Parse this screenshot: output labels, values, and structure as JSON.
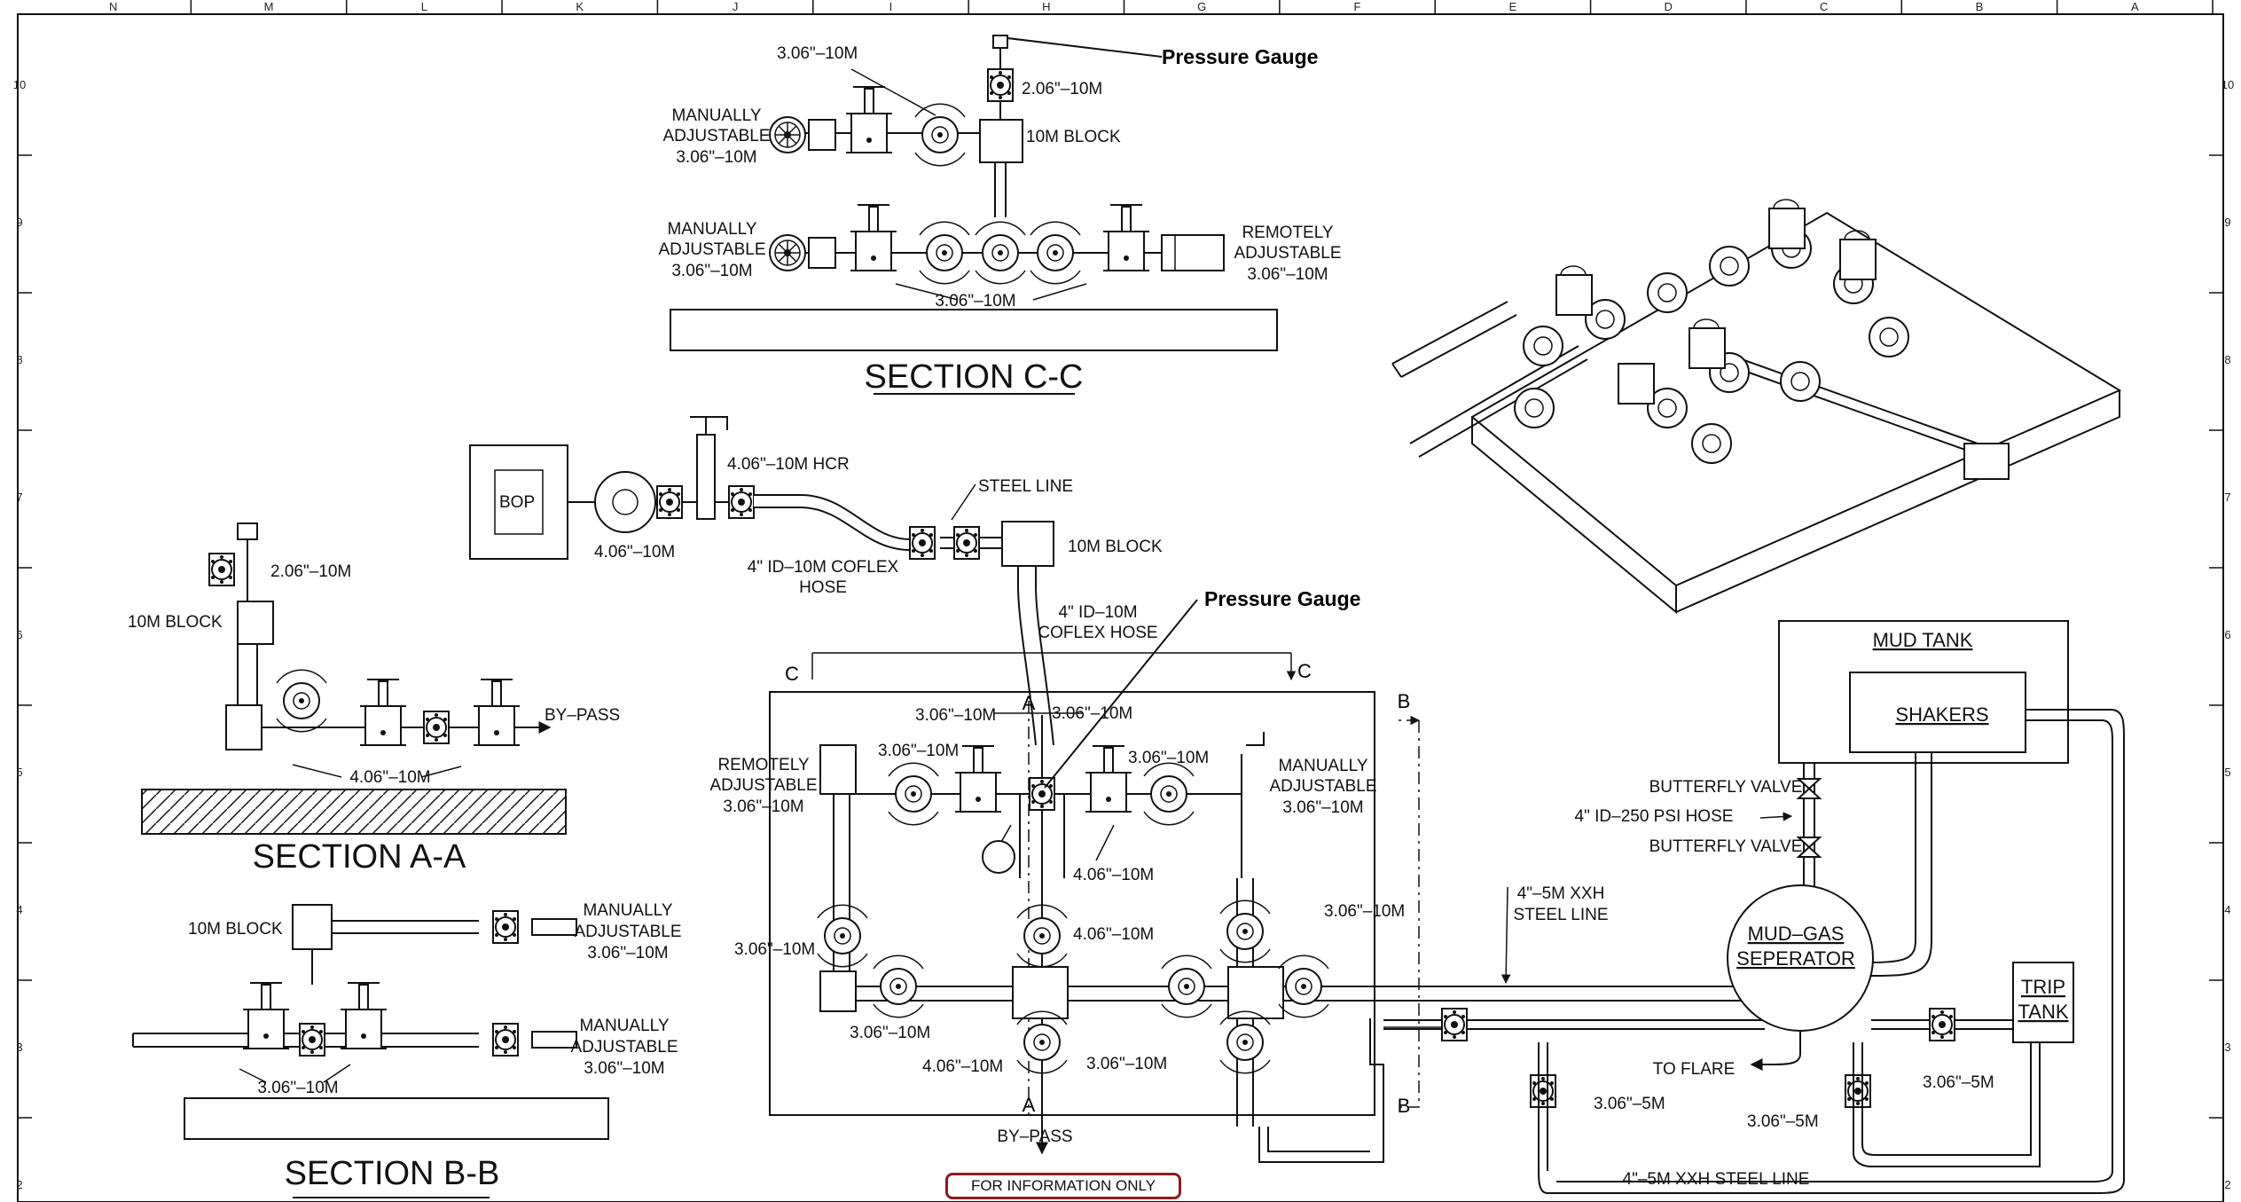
{
  "grid": {
    "columns": [
      "N",
      "M",
      "L",
      "K",
      "J",
      "I",
      "H",
      "G",
      "F",
      "E",
      "D",
      "C",
      "B",
      "A"
    ],
    "rows": [
      "10",
      "9",
      "8",
      "7",
      "6",
      "5",
      "4",
      "3",
      "2"
    ]
  },
  "callouts": {
    "pressure_gauge_top": "Pressure Gauge",
    "pressure_gauge_mid": "Pressure Gauge"
  },
  "section_cc": {
    "title": "SECTION C-C",
    "label_306_top": "3.06\"–10M",
    "label_206": "2.06\"–10M",
    "label_block": "10M  BLOCK",
    "manual_a": [
      "MANUALLY",
      "ADJUSTABLE",
      "3.06\"–10M"
    ],
    "manual_b": [
      "MANUALLY",
      "ADJUSTABLE",
      "3.06\"–10M"
    ],
    "remote": [
      "REMOTELY",
      "ADJUSTABLE",
      "3.06\"–10M"
    ],
    "label_306_bottom": "3.06\"–10M"
  },
  "bop_line": {
    "bop": "BOP",
    "hcr": "4.06\"–10M  HCR",
    "valve": "4.06\"–10M",
    "steel_line": "STEEL  LINE",
    "coflex_1": [
      "4\"  ID–10M  COFLEX",
      "HOSE"
    ],
    "block": "10M  BLOCK",
    "coflex_2": [
      "4\"  ID–10M",
      "COFLEX  HOSE"
    ]
  },
  "section_aa": {
    "title": "SECTION A-A",
    "label_206": "2.06\"–10M",
    "label_block": "10M  BLOCK",
    "bypass": "BY–PASS",
    "label_406": "4.06\"–10M"
  },
  "section_bb": {
    "title": "SECTION B-B",
    "label_block": "10M  BLOCK",
    "manual_a": [
      "MANUALLY",
      "ADJUSTABLE",
      "3.06\"–10M"
    ],
    "manual_b": [
      "MANUALLY",
      "ADJUSTABLE",
      "3.06\"–10M"
    ],
    "label_306": "3.06\"–10M"
  },
  "manifold": {
    "marker_c": "C",
    "marker_b": "B",
    "marker_a": "A",
    "remote": [
      "REMOTELY",
      "ADJUSTABLE",
      "3.06\"–10M"
    ],
    "manual": [
      "MANUALLY",
      "ADJUSTABLE",
      "3.06\"–10M"
    ],
    "l_306_a": "3.06\"–10M",
    "l_306_b": "3.06\"–10M",
    "l_306_c": "3.06\"–10M",
    "l_306_d": "3.06\"–10M",
    "l_406_a": "4.06\"–10M",
    "l_406_b": "4.06\"–10M",
    "l_306_e": "3.06\"–10M",
    "l_306_f": "3.06\"–10M",
    "l_306_g": "3.06\"–10M",
    "l_406_c": "4.06\"–10M",
    "l_306_h": "3.06\"–10M",
    "bypass": "BY–PASS"
  },
  "mud_system": {
    "mud_tank": "MUD  TANK",
    "shakers": "SHAKERS",
    "butterfly_1": "BUTTERFLY  VALVE",
    "hose": "4\"  ID–250  PSI  HOSE",
    "butterfly_2": "BUTTERFLY  VALVE",
    "separator": [
      "MUD–GAS",
      "SEPERATOR"
    ],
    "steel_line_5m": [
      "4\"–5M  XXH",
      "STEEL  LINE"
    ],
    "trip_tank": [
      "TRIP",
      "TANK"
    ],
    "to_flare": "TO  FLARE",
    "v_5m_a": "3.06\"–5M",
    "v_5m_b": "3.06\"–5M",
    "v_5m_c": "3.06\"–5M",
    "bottom_line": "4\"–5M  XXH  STEEL  LINE"
  },
  "stamp": "FOR INFORMATION ONLY"
}
